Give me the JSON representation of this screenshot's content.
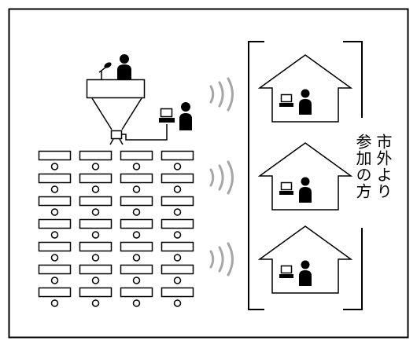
{
  "label": {
    "text": "市外より\n参加の方"
  },
  "layout": {
    "desk_columns": 4,
    "desk_rows": 7,
    "houses": 3
  },
  "colors": {
    "stroke": "#000000",
    "wave": "#a6a6a6",
    "background": "#ffffff"
  },
  "icons": [
    "speaker-person-icon",
    "microphone-icon",
    "podium-icon",
    "projector-icon",
    "projection-beam-icon",
    "laptop-icon",
    "operator-person-icon",
    "house-icon",
    "wireless-wave-icon",
    "desk-icon",
    "seat-icon"
  ]
}
